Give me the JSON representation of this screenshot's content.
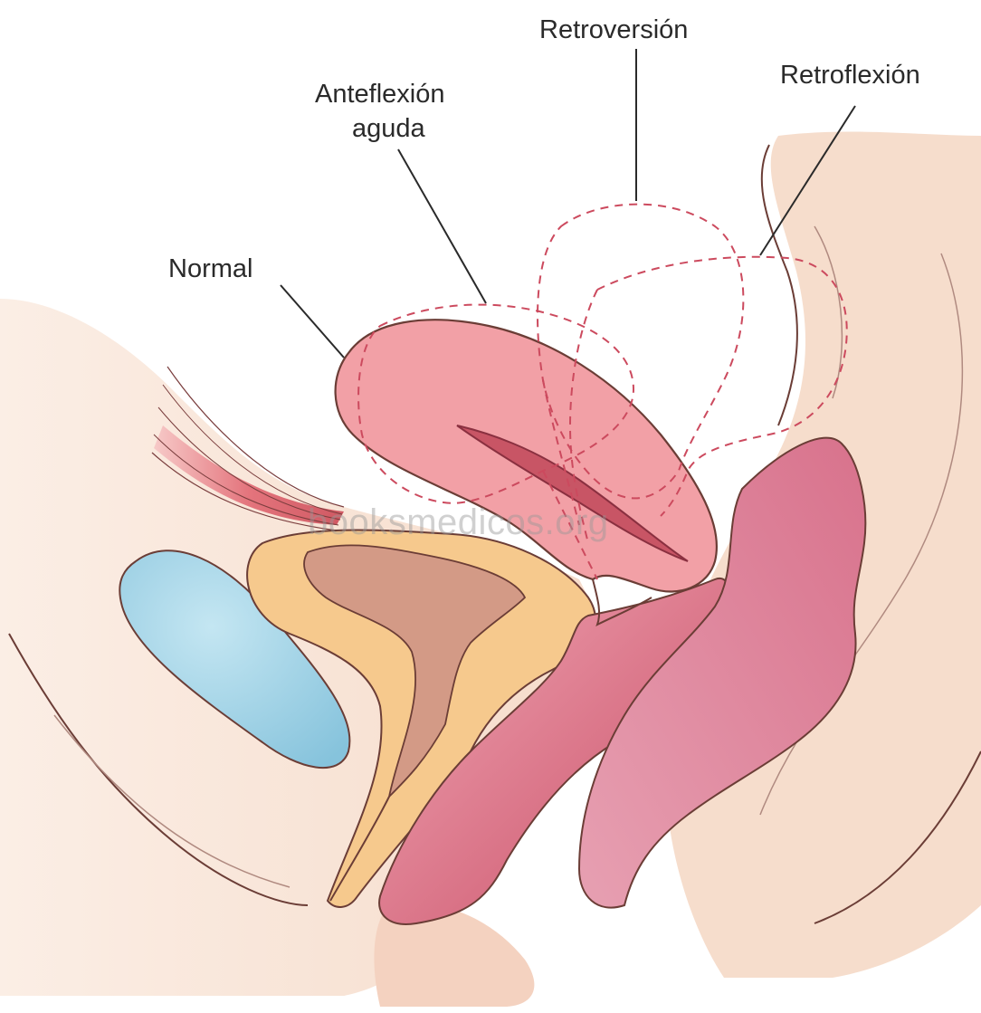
{
  "labels": {
    "retroversion": "Retroversión",
    "retroflexion": "Retroflexión",
    "anteflexion_line1": "Anteflexión",
    "anteflexion_line2": "aguda",
    "normal": "Normal"
  },
  "watermark": "booksmedicos.org",
  "colors": {
    "skin": "#f8e0d2",
    "uterus": "#f2a0a6",
    "vagina": "#d9687c",
    "rectum": "#de8aa0",
    "bladder": "#f6c98d",
    "symphysis": "#9fd2e6",
    "outline": "#6b3d36",
    "dashed": "#cc4a5e"
  }
}
